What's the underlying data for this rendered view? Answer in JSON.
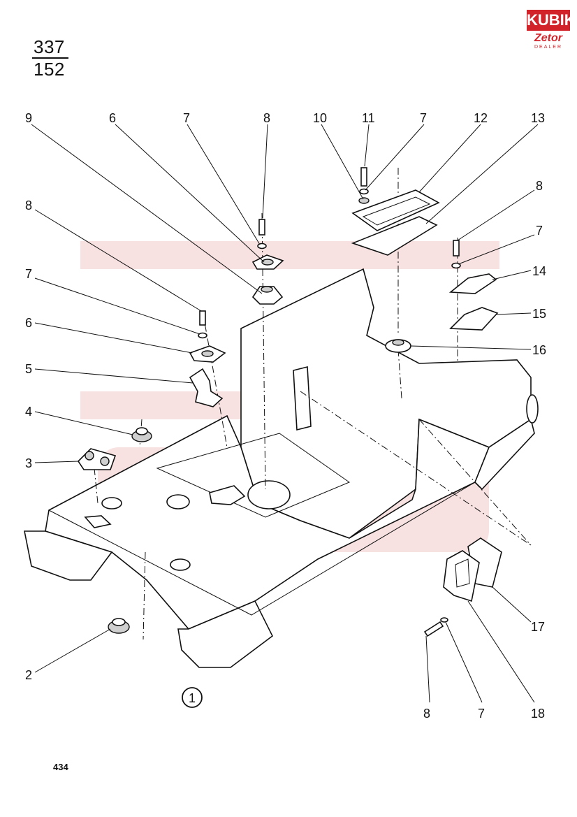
{
  "reference": {
    "top": "337",
    "bottom": "152"
  },
  "logo": {
    "main": "KUBIK",
    "sub": "Zetor",
    "dealer": "DEALER"
  },
  "page_number": "434",
  "group_number": "1",
  "callouts": [
    {
      "id": "c9",
      "label": "9"
    },
    {
      "id": "c6a",
      "label": "6"
    },
    {
      "id": "c7a",
      "label": "7"
    },
    {
      "id": "c8a",
      "label": "8"
    },
    {
      "id": "c10",
      "label": "10"
    },
    {
      "id": "c11",
      "label": "11"
    },
    {
      "id": "c7b",
      "label": "7"
    },
    {
      "id": "c12",
      "label": "12"
    },
    {
      "id": "c13",
      "label": "13"
    },
    {
      "id": "c8b",
      "label": "8"
    },
    {
      "id": "c7c",
      "label": "7"
    },
    {
      "id": "c14",
      "label": "14"
    },
    {
      "id": "c15",
      "label": "15"
    },
    {
      "id": "c16",
      "label": "16"
    },
    {
      "id": "c8c",
      "label": "8"
    },
    {
      "id": "c7d",
      "label": "7"
    },
    {
      "id": "c6b",
      "label": "6"
    },
    {
      "id": "c5",
      "label": "5"
    },
    {
      "id": "c4",
      "label": "4"
    },
    {
      "id": "c3",
      "label": "3"
    },
    {
      "id": "c2",
      "label": "2"
    },
    {
      "id": "c17",
      "label": "17"
    },
    {
      "id": "c8d",
      "label": "8"
    },
    {
      "id": "c7e",
      "label": "7"
    },
    {
      "id": "c18",
      "label": "18"
    }
  ]
}
